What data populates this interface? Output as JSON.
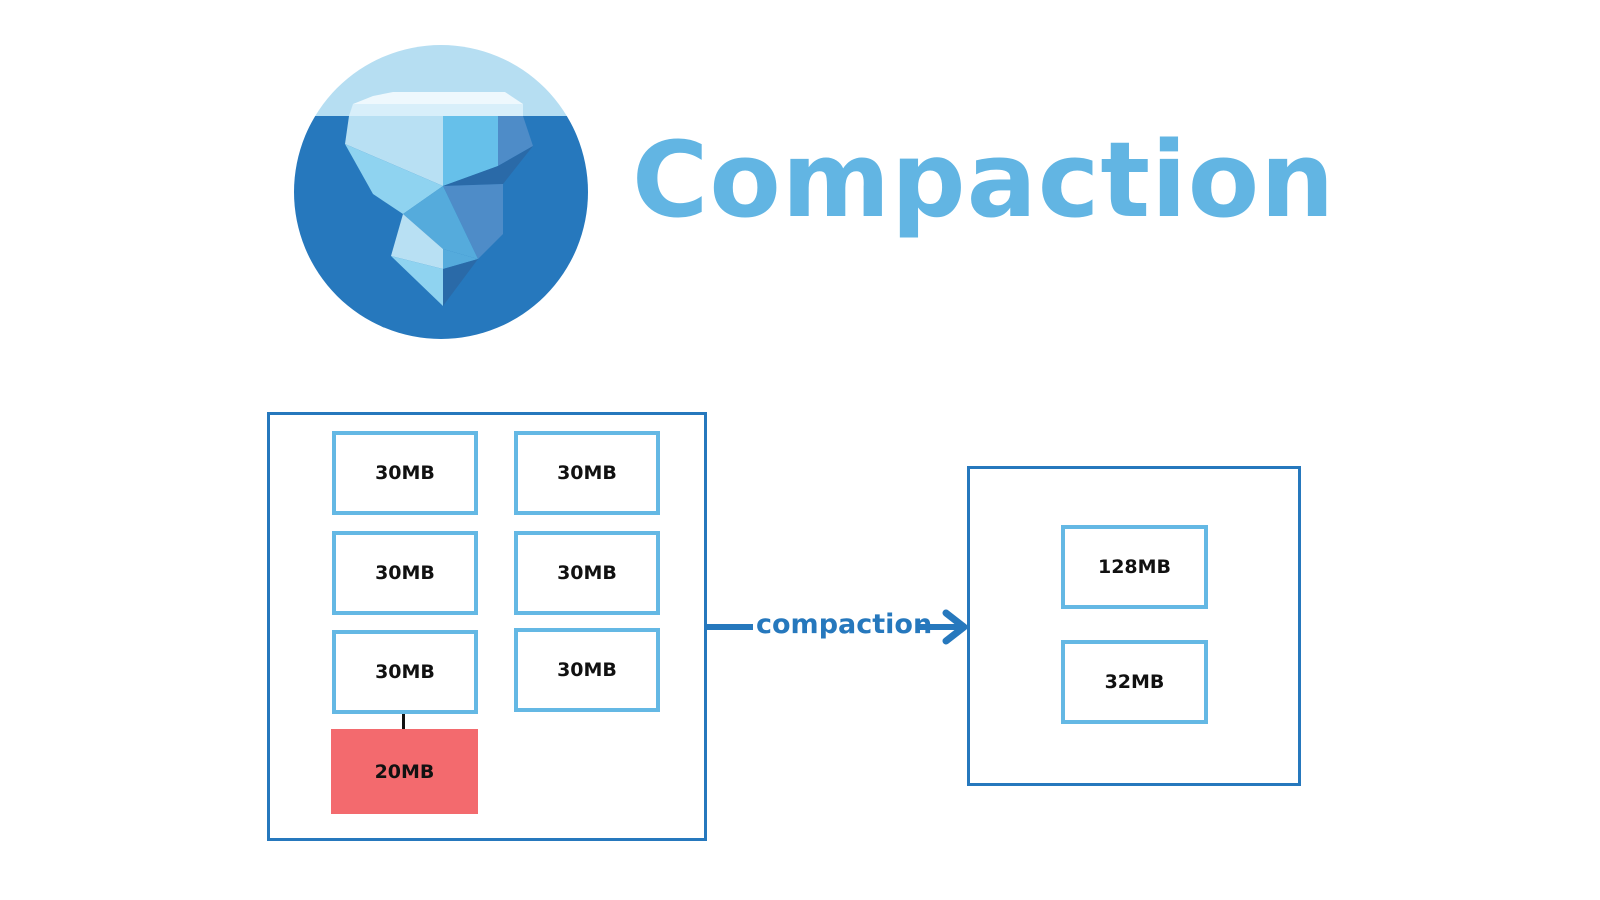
{
  "title": "Compaction",
  "logo": {
    "icon": "iceberg-icon",
    "colors": {
      "sky": "#b6def2",
      "water": "#2678bd",
      "ice_light": "#b8e0f3",
      "ice_mid": "#8fd3f0",
      "ice_bright": "#66c0ea",
      "ice_dark": "#4e8cc8",
      "ice_shadow": "#2a6aa8",
      "top": "#eef8fd"
    }
  },
  "colors": {
    "accent": "#2678bd",
    "title": "#62b5e3",
    "file_border": "#64b8e4",
    "small_file": "#f36a6e"
  },
  "before": {
    "files": [
      {
        "label": "30MB"
      },
      {
        "label": "30MB"
      },
      {
        "label": "30MB"
      },
      {
        "label": "30MB"
      },
      {
        "label": "30MB"
      },
      {
        "label": "30MB"
      },
      {
        "label": "20MB",
        "highlight": true
      }
    ]
  },
  "arrow": {
    "label": "compaction"
  },
  "after": {
    "files": [
      {
        "label": "128MB"
      },
      {
        "label": "32MB"
      }
    ]
  }
}
